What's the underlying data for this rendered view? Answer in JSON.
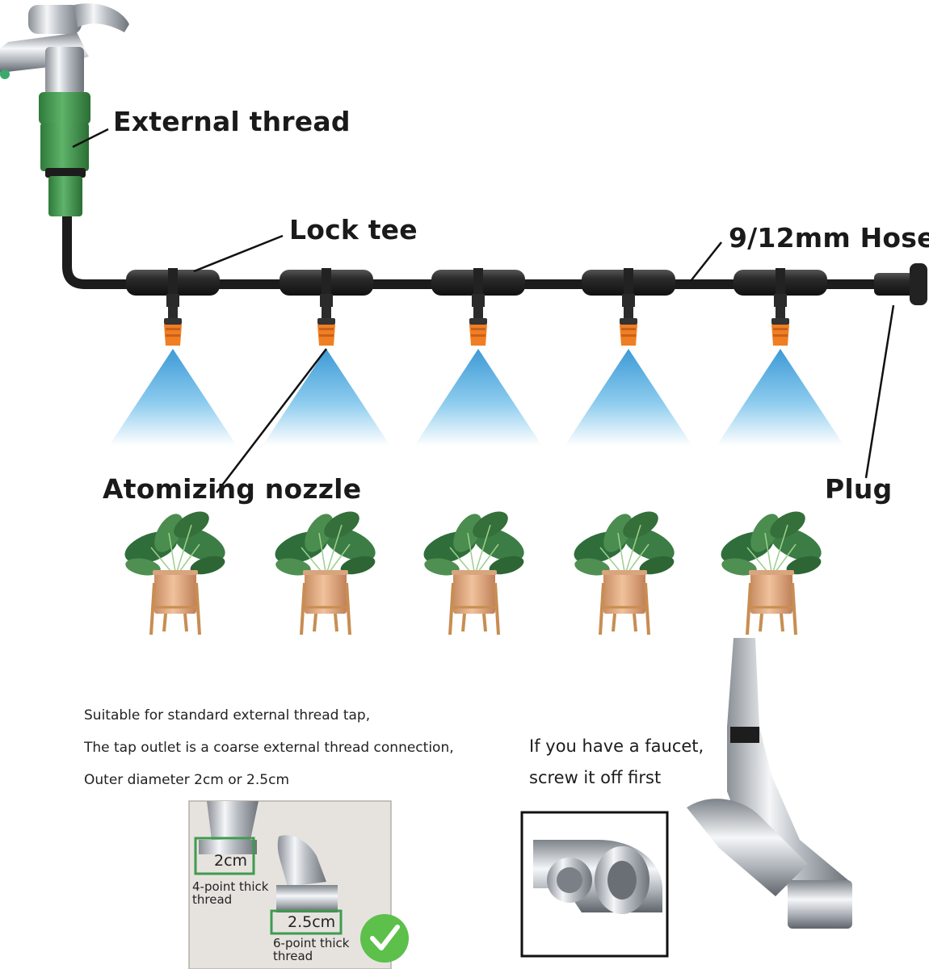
{
  "labels": {
    "external_thread": "External thread",
    "lock_tee": "Lock tee",
    "hose": "9/12mm Hose",
    "atomizing_nozzle": "Atomizing nozzle",
    "plug": "Plug"
  },
  "notes": {
    "line1": "Suitable for standard external thread tap,",
    "line2": "The tap outlet is a coarse external thread connection,",
    "line3": "Outer diameter 2cm or 2.5cm"
  },
  "faucet_note": {
    "line1": "If you have a faucet,",
    "line2": "screw it off first"
  },
  "inset": {
    "size_small": "2cm",
    "thread_small": "4-point thick thread",
    "size_large": "2.5cm",
    "thread_large": "6-point thick thread"
  },
  "colors": {
    "hose": "#1c1c1c",
    "connector": "#3a8f47",
    "nozzle": "#f07f23",
    "mist": "#4aa6dd",
    "pot": "#d9a57e",
    "check": "#5cc04a"
  }
}
